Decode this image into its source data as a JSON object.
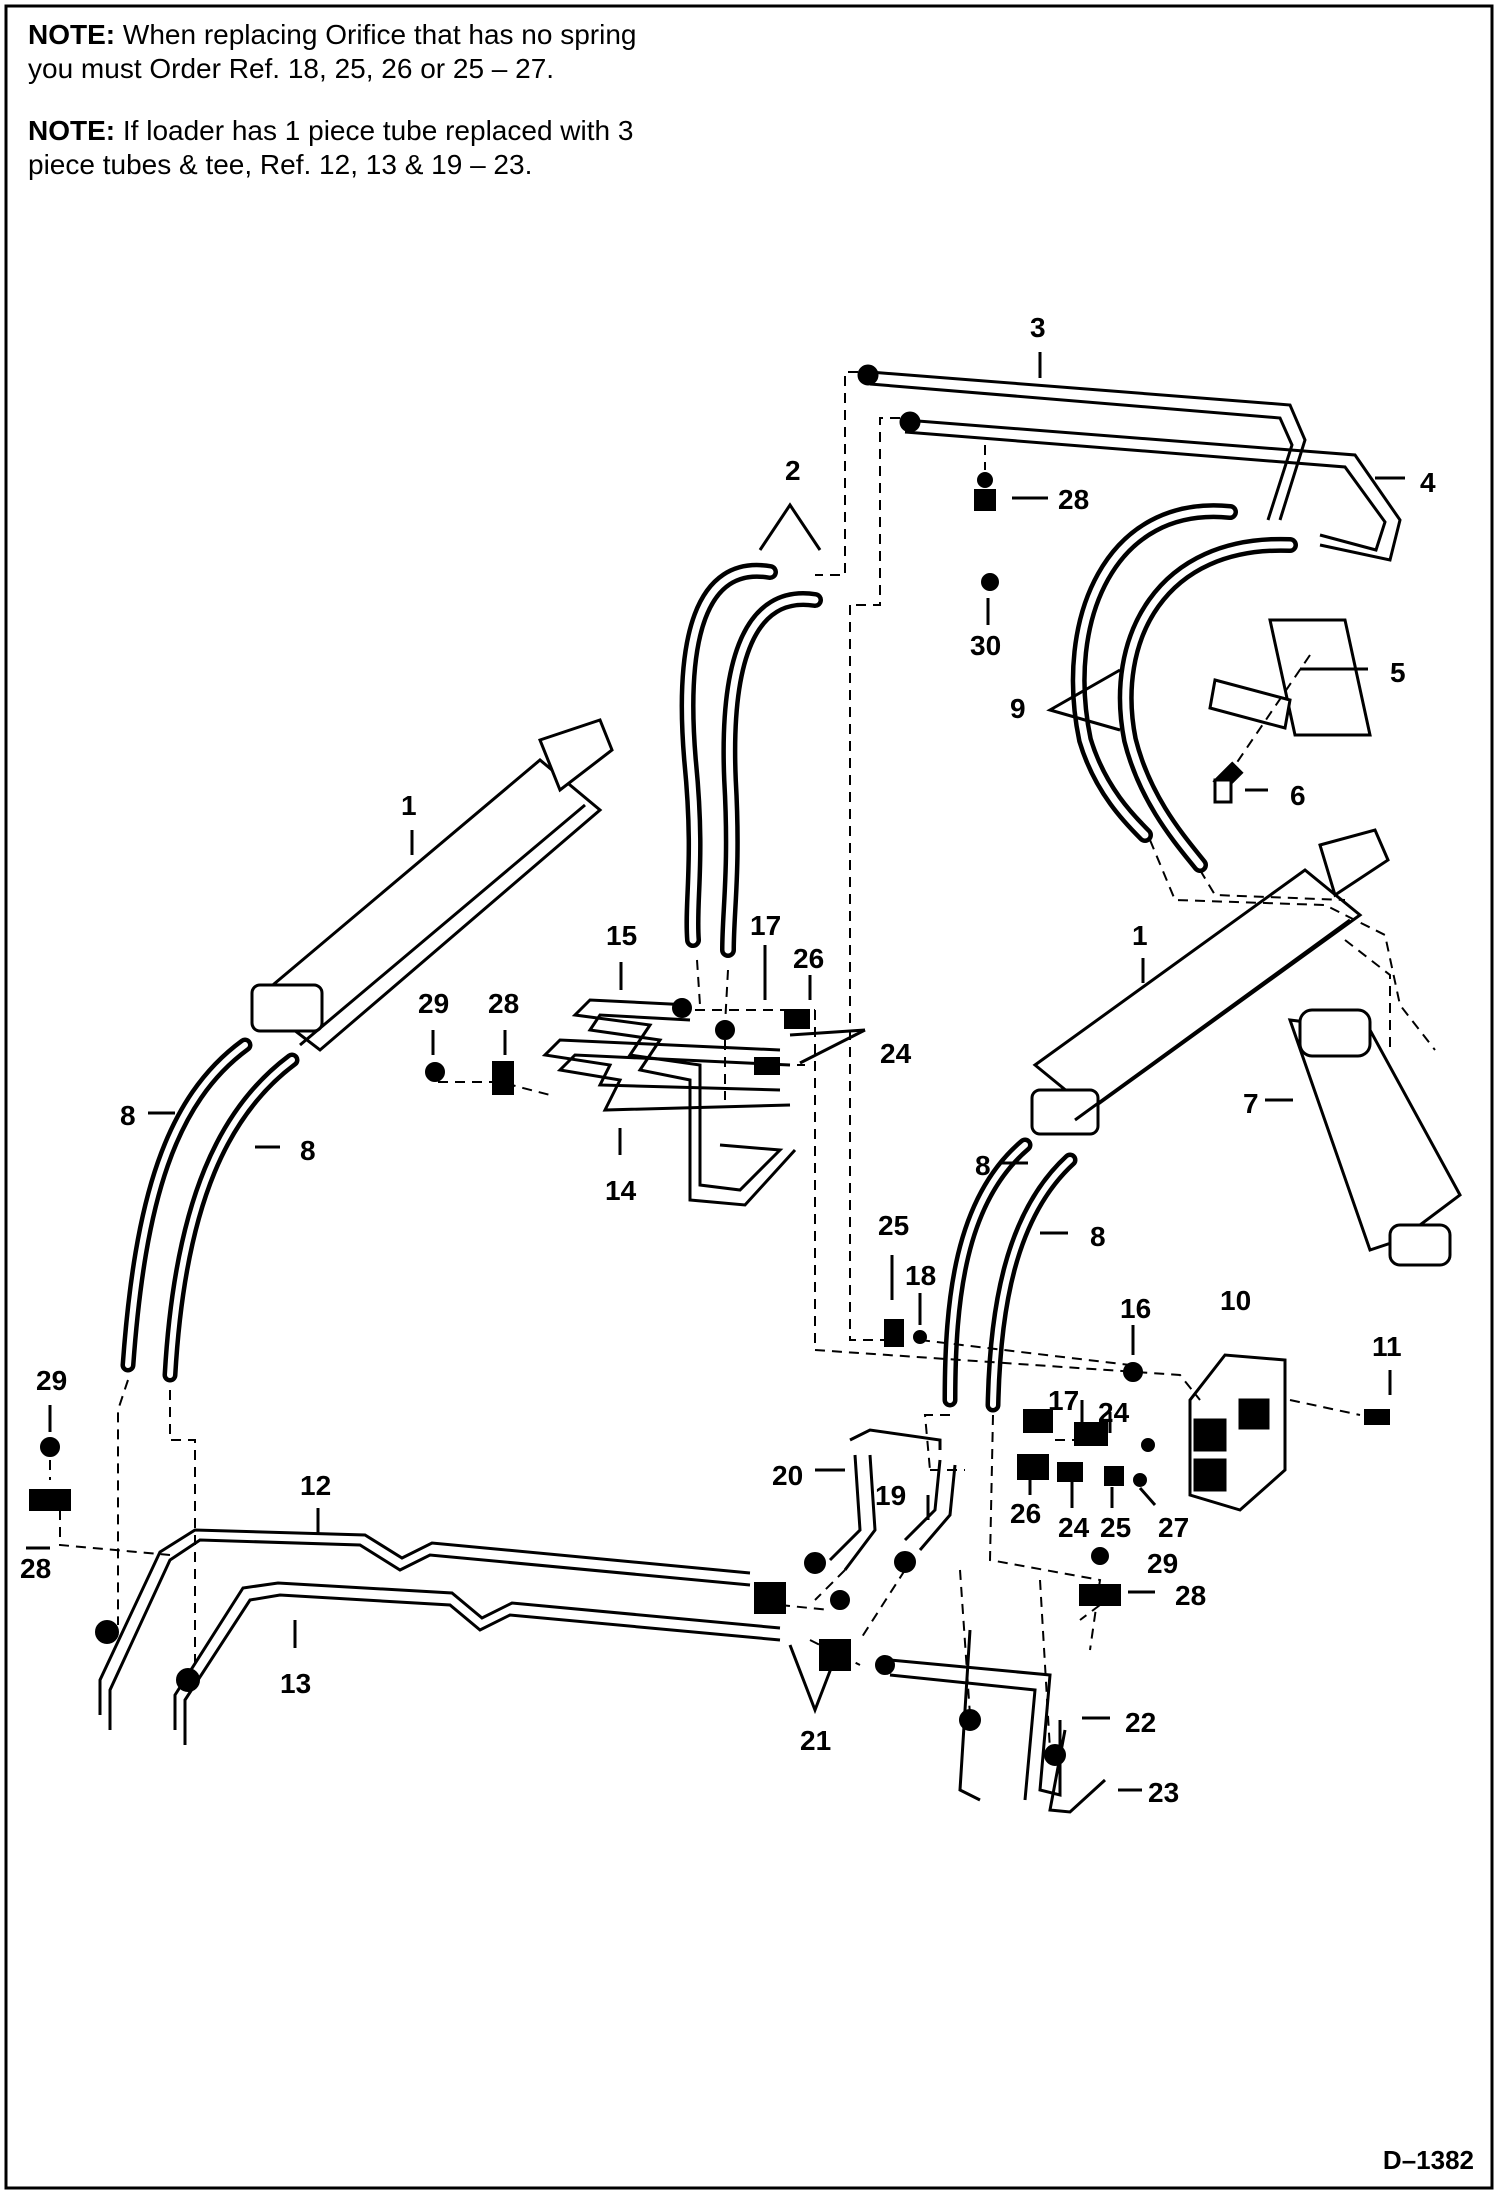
{
  "notes": [
    {
      "label": "NOTE:",
      "text": " When replacing Orifice that has no spring you must Order Ref. 18, 25, 26 or 25 – 27."
    },
    {
      "label": "NOTE:",
      "text": " If loader has 1 piece tube replaced with 3 piece tubes & tee, Ref. 12, 13 & 19 – 23."
    }
  ],
  "doc_code": "D–1382",
  "callouts": {
    "c1a": "1",
    "c1b": "1",
    "c2": "2",
    "c3": "3",
    "c4": "4",
    "c5": "5",
    "c6": "6",
    "c7": "7",
    "c8a": "8",
    "c8b": "8",
    "c8c": "8",
    "c8d": "8",
    "c9": "9",
    "c10": "10",
    "c11": "11",
    "c12": "12",
    "c13": "13",
    "c14": "14",
    "c15": "15",
    "c16": "16",
    "c17a": "17",
    "c17b": "17",
    "c18": "18",
    "c19": "19",
    "c20": "20",
    "c21": "21",
    "c22": "22",
    "c23": "23",
    "c24a": "24",
    "c24b": "24",
    "c24c": "24",
    "c25a": "25",
    "c25b": "25",
    "c26a": "26",
    "c26b": "26",
    "c27": "27",
    "c28a": "28",
    "c28b": "28",
    "c28c": "28",
    "c28d": "28",
    "c29a": "29",
    "c29b": "29",
    "c29c": "29",
    "c30": "30"
  }
}
